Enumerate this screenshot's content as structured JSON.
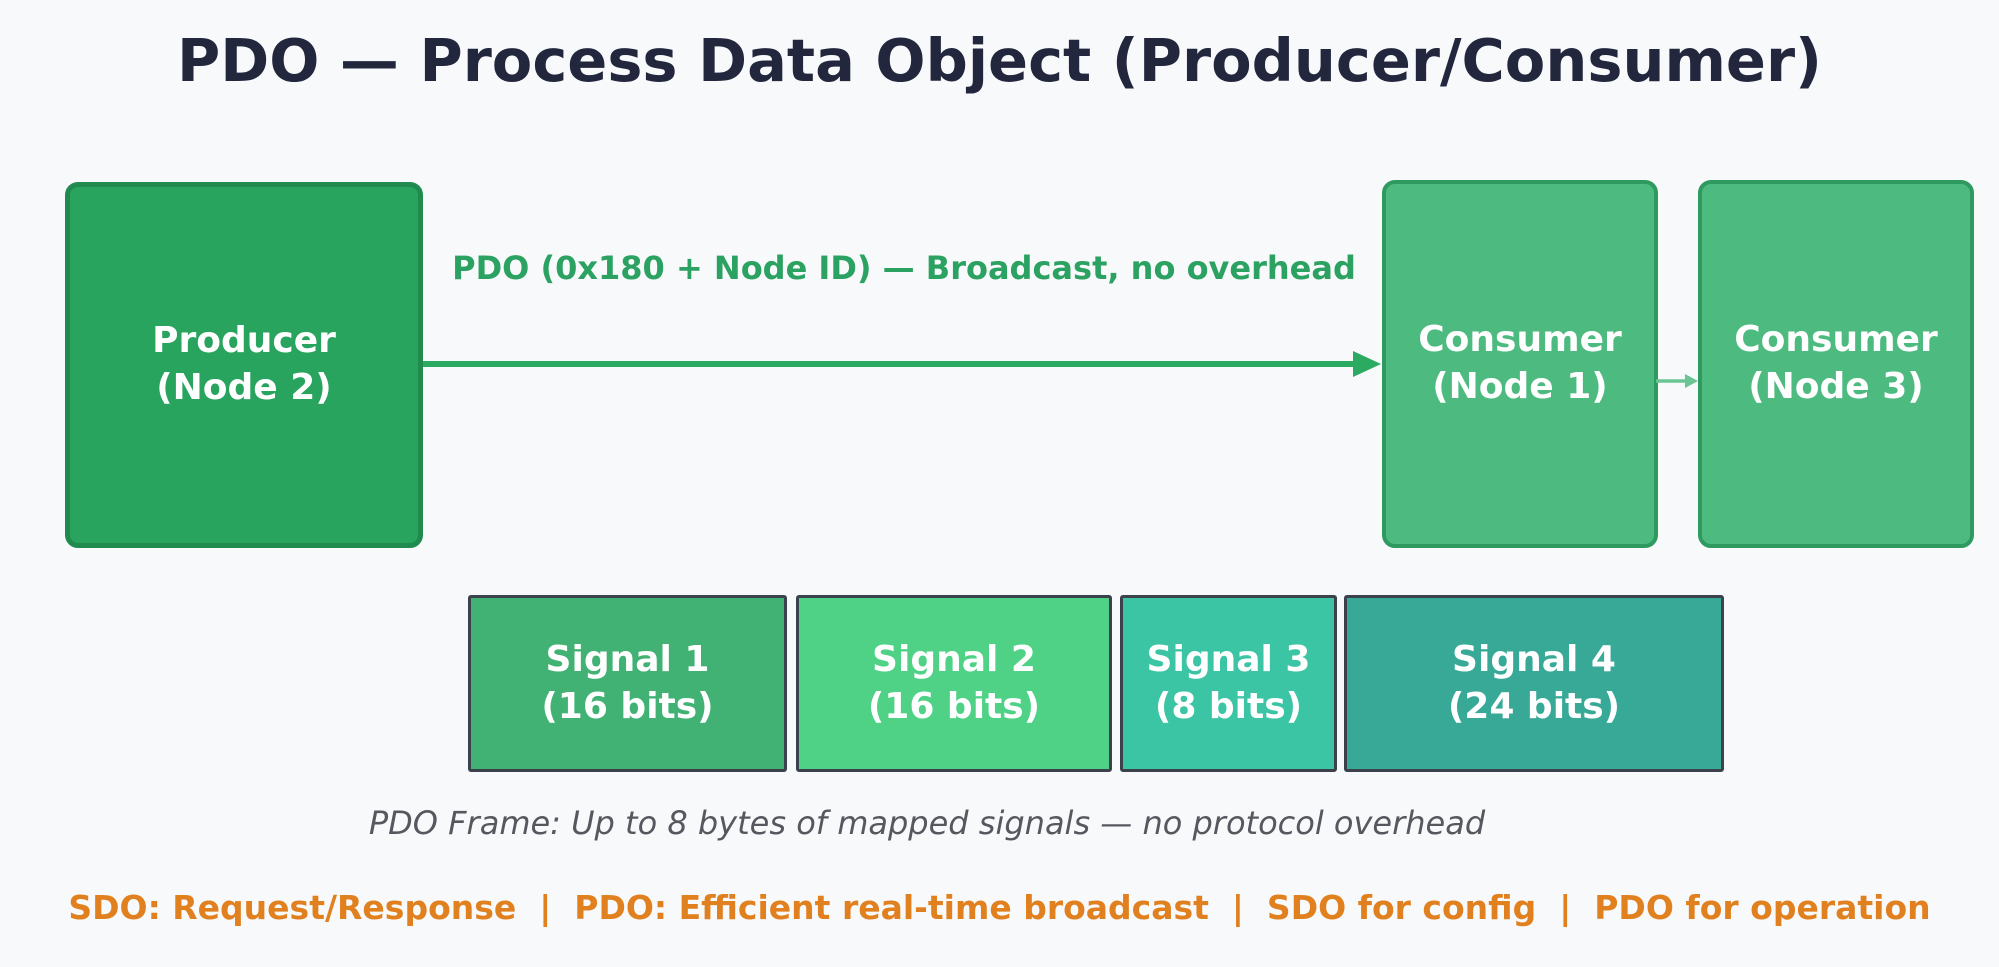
{
  "title": "PDO — Process Data Object (Producer/Consumer)",
  "arrow": {
    "label": "PDO (0x180 + Node ID) — Broadcast, no overhead"
  },
  "nodes": {
    "producer": {
      "name": "Producer",
      "id": "(Node 2)"
    },
    "consumer1": {
      "name": "Consumer",
      "id": "(Node 1)"
    },
    "consumer2": {
      "name": "Consumer",
      "id": "(Node 3)"
    }
  },
  "frame": {
    "signals": [
      {
        "name": "Signal 1",
        "bits": "(16 bits)"
      },
      {
        "name": "Signal 2",
        "bits": "(16 bits)"
      },
      {
        "name": "Signal 3",
        "bits": "(8 bits)"
      },
      {
        "name": "Signal 4",
        "bits": "(24 bits)"
      }
    ],
    "caption": "PDO Frame: Up to 8 bytes of mapped signals — no protocol overhead"
  },
  "footer": "SDO: Request/Response  |  PDO: Efficient real-time broadcast  |  SDO for config  |  PDO for operation",
  "colors": {
    "background": "#f8f9fb",
    "title_text": "#23273d",
    "producer_fill": "#28a45e",
    "producer_border": "#1f8b4e",
    "consumer_fill": "#4dba7f",
    "consumer_border": "#2e9a5f",
    "broadcast_arrow": "#2bab61",
    "relay_arrow": "#6ac493",
    "arrow_label_text": "#2ba261",
    "signal1_fill": "#41b273",
    "signal2_fill": "#4fd186",
    "signal3_fill": "#3cc5a4",
    "signal4_fill": "#38a997",
    "signal_border": "#3b424b",
    "caption_text": "#55585e",
    "footer_text": "#e1801f"
  }
}
